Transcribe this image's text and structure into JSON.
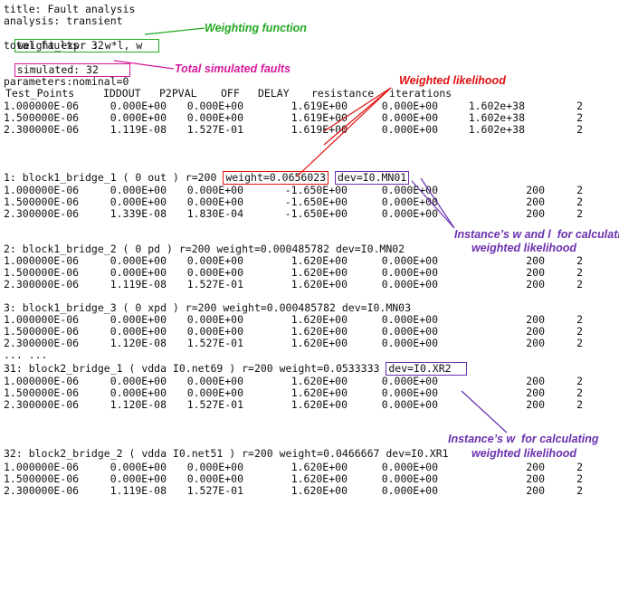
{
  "header": {
    "title_line": "title: Fault analysis",
    "analysis_line": "analysis: transient",
    "weight_expr_line": "weight_expr : w*l, w",
    "total_faults_line": "total faults: 32",
    "simulated_line": "simulated: 32"
  },
  "parameters_line": "parameters:nominal=0",
  "columns": [
    "Test_Points",
    "IDDOUT",
    "P2PVAL",
    "OFF",
    "DELAY",
    "resistance",
    "iterations"
  ],
  "nominal_rows": [
    [
      "1.000000E-06",
      "0.000E+00",
      "0.000E+00",
      "1.619E+00",
      "0.000E+00",
      "1.602e+38",
      "2"
    ],
    [
      "1.500000E-06",
      "0.000E+00",
      "0.000E+00",
      "1.619E+00",
      "0.000E+00",
      "1.602e+38",
      "2"
    ],
    [
      "2.300000E-06",
      "1.119E-08",
      "1.527E-01",
      "1.619E+00",
      "0.000E+00",
      "1.602e+38",
      "2"
    ]
  ],
  "faults": [
    {
      "head_pre": "1: block1_bridge_1 ( 0 out ) r=200 ",
      "weight": "weight=0.0656023",
      "dev": "dev=I0.MN01",
      "rows": [
        [
          "1.000000E-06",
          "0.000E+00",
          "0.000E+00",
          "-1.650E+00",
          "0.000E+00",
          "200",
          "2"
        ],
        [
          "1.500000E-06",
          "0.000E+00",
          "0.000E+00",
          "-1.650E+00",
          "0.000E+00",
          "200",
          "2"
        ],
        [
          "2.300000E-06",
          "1.339E-08",
          "1.830E-04",
          "-1.650E+00",
          "0.000E+00",
          "200",
          "2"
        ]
      ]
    },
    {
      "head": "2: block1_bridge_2 ( 0 pd ) r=200 weight=0.000485782 dev=I0.MN02",
      "rows": [
        [
          "1.000000E-06",
          "0.000E+00",
          "0.000E+00",
          "1.620E+00",
          "0.000E+00",
          "200",
          "2"
        ],
        [
          "1.500000E-06",
          "0.000E+00",
          "0.000E+00",
          "1.620E+00",
          "0.000E+00",
          "200",
          "2"
        ],
        [
          "2.300000E-06",
          "1.119E-08",
          "1.527E-01",
          "1.620E+00",
          "0.000E+00",
          "200",
          "2"
        ]
      ]
    },
    {
      "head": "3: block1_bridge_3 ( 0 xpd ) r=200 weight=0.000485782 dev=I0.MN03",
      "rows": [
        [
          "1.000000E-06",
          "0.000E+00",
          "0.000E+00",
          "1.620E+00",
          "0.000E+00",
          "200",
          "2"
        ],
        [
          "1.500000E-06",
          "0.000E+00",
          "0.000E+00",
          "1.620E+00",
          "0.000E+00",
          "200",
          "2"
        ],
        [
          "2.300000E-06",
          "1.120E-08",
          "1.527E-01",
          "1.620E+00",
          "0.000E+00",
          "200",
          "2"
        ]
      ]
    },
    {
      "head_pre": "31: block2_bridge_1 ( vdda I0.net69 ) r=200 weight=0.0533333 ",
      "dev": "dev=I0.XR2",
      "rows": [
        [
          "1.000000E-06",
          "0.000E+00",
          "0.000E+00",
          "1.620E+00",
          "0.000E+00",
          "200",
          "2"
        ],
        [
          "1.500000E-06",
          "0.000E+00",
          "0.000E+00",
          "1.620E+00",
          "0.000E+00",
          "200",
          "2"
        ],
        [
          "2.300000E-06",
          "1.120E-08",
          "1.527E-01",
          "1.620E+00",
          "0.000E+00",
          "200",
          "2"
        ]
      ]
    },
    {
      "head": "32: block2_bridge_2 ( vdda I0.net51 ) r=200 weight=0.0466667 dev=I0.XR1",
      "rows": [
        [
          "1.000000E-06",
          "0.000E+00",
          "0.000E+00",
          "1.620E+00",
          "0.000E+00",
          "200",
          "2"
        ],
        [
          "1.500000E-06",
          "0.000E+00",
          "0.000E+00",
          "1.620E+00",
          "0.000E+00",
          "200",
          "2"
        ],
        [
          "2.300000E-06",
          "1.119E-08",
          "1.527E-01",
          "1.620E+00",
          "0.000E+00",
          "200",
          "2"
        ]
      ]
    }
  ],
  "ellipsis": "... ...",
  "annotations": {
    "weighting_function": "Weighting function",
    "total_simulated": "Total simulated faults",
    "weighted_likelihood": "Weighted likelihood",
    "instance_wl_1": "Instance’s w and l  for calculating",
    "instance_wl_2": "weighted likelihood",
    "instance_w_1": "Instance’s w  for calculating",
    "instance_w_2": "weighted likelihood"
  },
  "colors": {
    "green": "#22a822",
    "magenta": "#d4189a",
    "red": "#e01010",
    "purple": "#6a2fae"
  }
}
